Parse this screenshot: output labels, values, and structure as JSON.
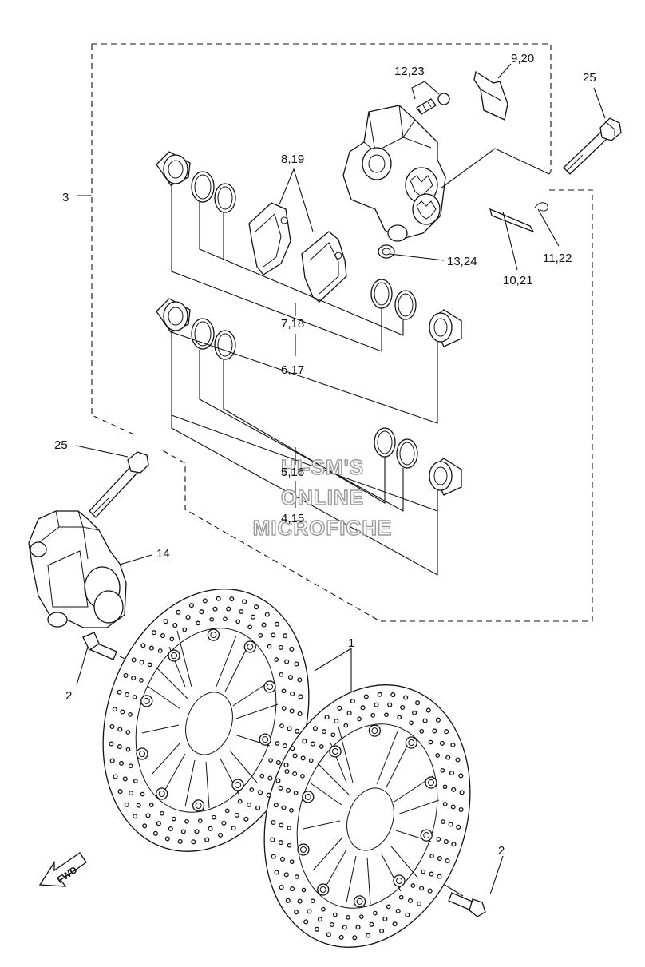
{
  "callouts": {
    "c_9_20": "9,20",
    "c_12_23": "12,23",
    "c_25_top": "25",
    "c_8_19": "8,19",
    "c_3": "3",
    "c_13_24": "13,24",
    "c_11_22": "11,22",
    "c_10_21": "10,21",
    "c_7_18": "7,18",
    "c_6_17": "6,17",
    "c_25_left": "25",
    "c_5_16": "5,16",
    "c_4_15": "4,15",
    "c_14": "14",
    "c_1": "1",
    "c_2_left": "2",
    "c_2_right": "2"
  },
  "watermark": {
    "line1": "HI-SM'S",
    "line2": "ONLINE",
    "line3": "MICROFICHE"
  },
  "fwd_label": "FWD"
}
